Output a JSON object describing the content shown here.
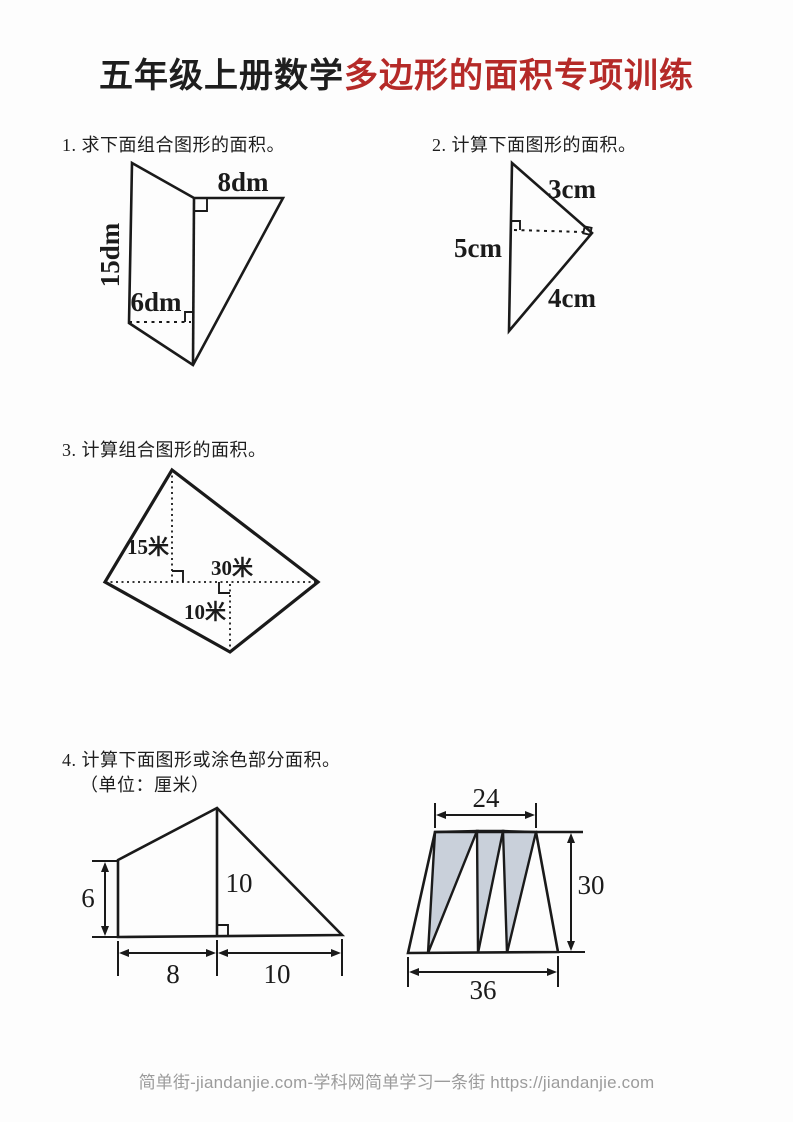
{
  "title": {
    "black_part": "五年级上册数学",
    "red_part": "多边形的面积专项训练",
    "red_color": "#b52a28"
  },
  "problems": {
    "p1": "1. 求下面组合图形的面积。",
    "p2": "2. 计算下面图形的面积。",
    "p3": "3. 计算组合图形的面积。",
    "p4_line1": "4. 计算下面图形或涂色部分面积。",
    "p4_line2": "（单位：厘米）"
  },
  "fig1": {
    "top_side": "8dm",
    "left_side": "15dm",
    "inner_base": "6dm"
  },
  "fig2": {
    "top_side": "3cm",
    "left_side": "5cm",
    "bottom_side": "4cm"
  },
  "fig3": {
    "upper_height": "15米",
    "diagonal_base": "30米",
    "lower_height": "10米"
  },
  "fig4_left": {
    "left_height": "6",
    "inner_height": "10",
    "base_left": "8",
    "base_right": "10"
  },
  "fig4_right": {
    "top_width": "24",
    "right_height": "30",
    "bottom_width": "36",
    "shade_color": "#c9d0da"
  },
  "footer_text": "简单街-jiandanjie.com-学科网简单学习一条街 https://jiandanjie.com"
}
